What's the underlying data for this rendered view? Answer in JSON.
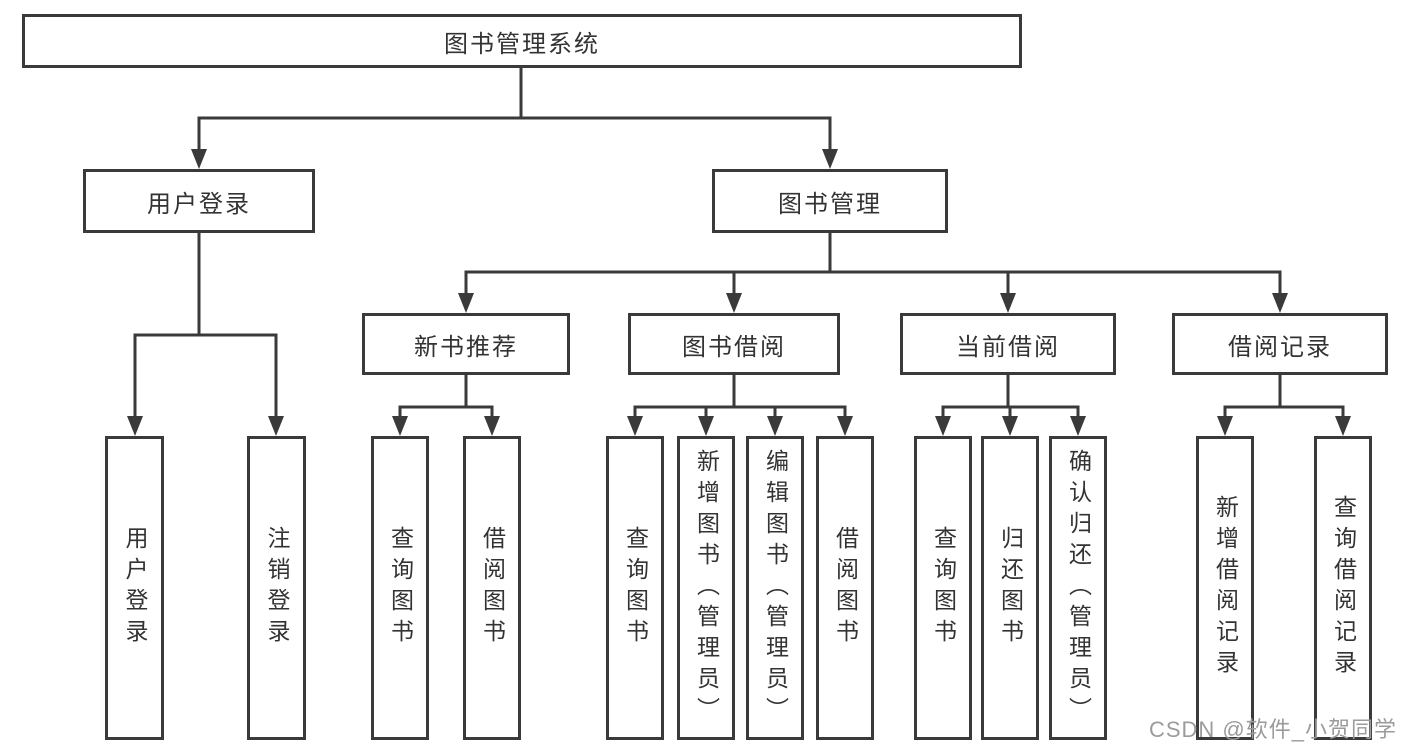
{
  "diagram": {
    "root": "图书管理系统",
    "level2": {
      "user_login": "用户登录",
      "book_mgmt": "图书管理"
    },
    "level3": {
      "new_books": "新书推荐",
      "book_borrow": "图书借阅",
      "current_borrow": "当前借阅",
      "borrow_records": "借阅记录"
    },
    "leaves": {
      "user_login_leaf": "用户登录",
      "logout_leaf": "注销登录",
      "nb_query": "查询图书",
      "nb_borrow": "借阅图书",
      "bb_query": "查询图书",
      "bb_add": "新增图书（管理员）",
      "bb_edit": "编辑图书（管理员）",
      "bb_borrow": "借阅图书",
      "cb_query": "查询图书",
      "cb_return": "归还图书",
      "cb_confirm": "确认归还（管理员）",
      "br_add": "新增借阅记录",
      "br_query": "查询借阅记录"
    }
  },
  "watermark": {
    "text": "CSDN @软件_小贺同学"
  },
  "colors": {
    "line": "#3a3a3a",
    "text": "#333333",
    "watermark": "#9b9b9b",
    "background": "#ffffff"
  }
}
